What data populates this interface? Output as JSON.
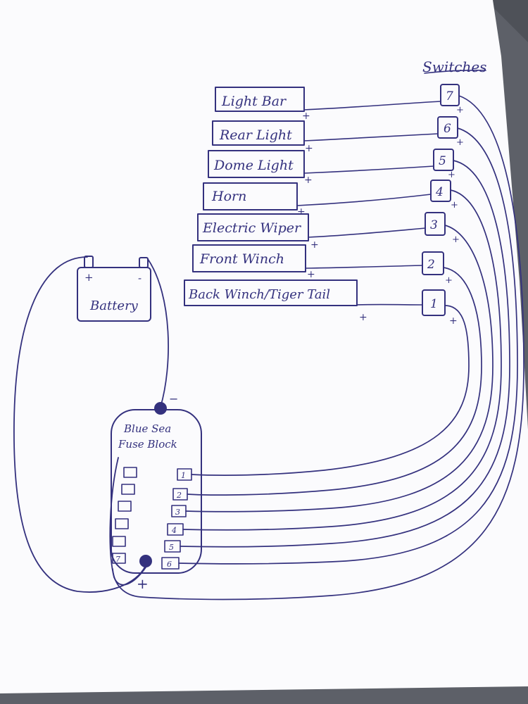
{
  "title": "Switches",
  "loads": [
    {
      "label": "Light Bar",
      "switch": "7"
    },
    {
      "label": "Rear Light",
      "switch": "6"
    },
    {
      "label": "Dome Light",
      "switch": "5"
    },
    {
      "label": "Horn",
      "switch": "4"
    },
    {
      "label": "Electric Wiper",
      "switch": "3"
    },
    {
      "label": "Front Winch",
      "switch": "2"
    },
    {
      "label": "Back Winch/Tiger Tail",
      "switch": "1"
    }
  ],
  "battery": {
    "label": "Battery",
    "pos": "+",
    "neg": "-"
  },
  "fuse_block": {
    "label_line1": "Blue Sea",
    "label_line2": "Fuse Block",
    "left_slots": [
      "",
      "",
      "",
      "",
      "",
      "7"
    ],
    "right_slots": [
      "1",
      "2",
      "3",
      "4",
      "5",
      "6"
    ],
    "neg_mark": "−",
    "pos_mark": "+"
  },
  "plus": "+",
  "colors": {
    "ink": "#34317e",
    "paper": "#fbfbfd",
    "background": "#5d6068"
  }
}
